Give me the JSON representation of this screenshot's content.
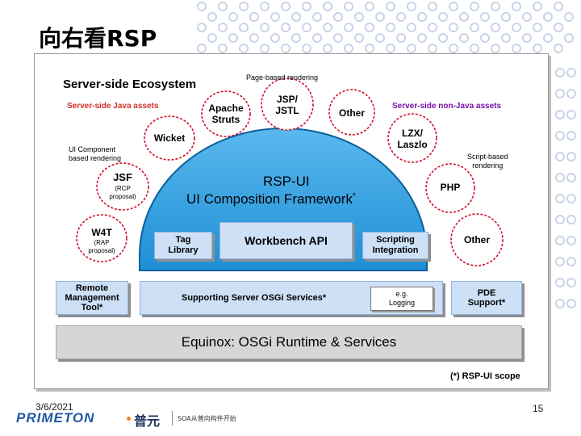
{
  "slide": {
    "title": "向右看RSP",
    "date": "3/6/2021",
    "page": "15"
  },
  "brand": {
    "logo_text": "PRIMETON",
    "logo_cn": "普元",
    "slogan": "SOA从普向构件开始",
    "accent": "#1f5aa6",
    "orange": "#f08020"
  },
  "diagram": {
    "ecosystem_title": "Server-side Ecosystem",
    "page_based": "Page-based rendering",
    "java_assets": "Server-side Java assets",
    "non_java_assets": "Server-side non-Java assets",
    "ui_component": [
      "UI Component",
      "based rendering"
    ],
    "script_based": [
      "Script-based",
      "rendering"
    ],
    "clouds": {
      "struts": [
        "Apache",
        "Struts"
      ],
      "jsp": [
        "JSP/",
        "JSTL"
      ],
      "other_top": "Other",
      "lzx": [
        "LZX/",
        "Laszlo"
      ],
      "wicket": "Wicket",
      "jsf": "JSF",
      "jsf_note": [
        "(RCP",
        "proposal)"
      ],
      "php": "PHP",
      "w4t": "W4T",
      "w4t_note": [
        "(RAP",
        "proposal)"
      ],
      "other_right": "Other"
    },
    "dome_title": "RSP-UI",
    "dome_subtitle": "UI Composition Framework",
    "star": "*",
    "tag_library": [
      "Tag",
      "Library"
    ],
    "workbench": "Workbench API",
    "scripting": [
      "Scripting",
      "Integration"
    ],
    "remote": [
      "Remote",
      "Management",
      "Tool*"
    ],
    "osgi_services": "Supporting Server OSGi Services*",
    "logging": [
      "e.g.",
      "Logging"
    ],
    "pde": [
      "PDE",
      "Support*"
    ],
    "equinox": "Equinox: OSGi Runtime & Services",
    "scope": "(*) RSP-UI scope"
  },
  "colors": {
    "dome": "#1f9be0",
    "dome_edge": "#0a5f99",
    "box": "#cde0f6",
    "cloud_edge": "#d0102a",
    "equinox": "#d6d6d6"
  }
}
